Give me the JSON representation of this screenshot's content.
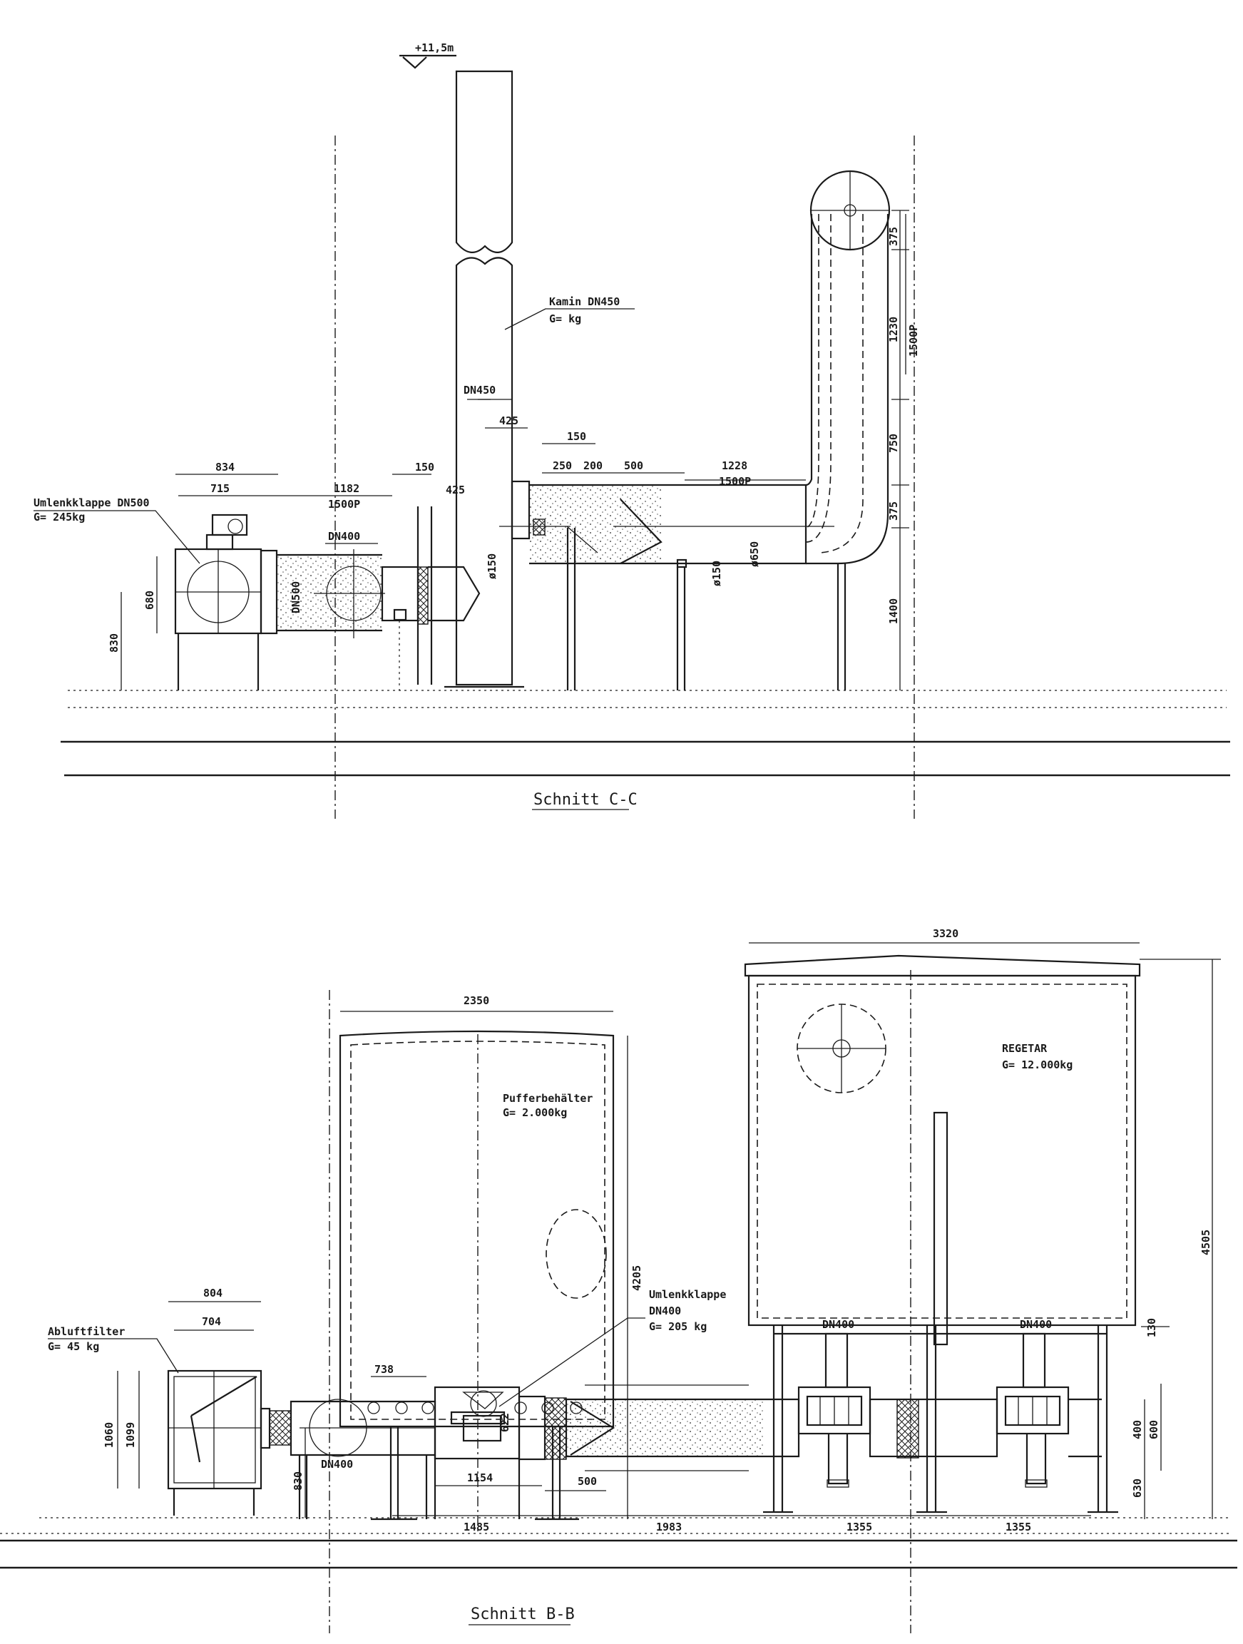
{
  "section_cc": {
    "title": "Schnitt C-C",
    "level_mark": "+11,5m",
    "kamin_label": "Kamin DN450",
    "kamin_weight": "G=      kg",
    "umlenkklappe_label": "Umlenkklappe DN500",
    "umlenkklappe_weight": "G= 245kg",
    "labels": {
      "dn450": "DN450",
      "dn400": "DN400",
      "dn500": "DN500",
      "phi150_a": "ø150",
      "phi150_b": "ø150",
      "phi650": "ø650"
    },
    "dims": {
      "d834": "834",
      "d715": "715",
      "d1182": "1182",
      "d1500p_a": "1500P",
      "d150_a": "150",
      "d425_a": "425",
      "d425_b": "425",
      "d150_b": "150",
      "d250": "250",
      "d200": "200",
      "d500": "500",
      "d1228": "1228",
      "d1500p_b": "1500P",
      "d680": "680",
      "d830": "830",
      "d375_top": "375",
      "d1230": "1230",
      "d1500p_v": "1500P",
      "d750": "750",
      "d375_mid": "375",
      "d1400": "1400"
    }
  },
  "section_bb": {
    "title": "Schnitt B-B",
    "puffer_label": "Pufferbehälter",
    "puffer_weight": "G= 2.000kg",
    "regetar_label": "REGETAR",
    "regetar_weight": "G= 12.000kg",
    "abluftfilter_label": "Abluftfilter",
    "abluftfilter_weight": "G= 45 kg",
    "umlenkklappe_label": "Umlenkklappe",
    "umlenkklappe_dn": "DN400",
    "umlenkklappe_weight": "G= 205 kg",
    "labels": {
      "dn400_pipe": "DN400",
      "dn400_reg_a": "DN400",
      "dn400_reg_b": "DN400"
    },
    "dims": {
      "d2350": "2350",
      "d3320": "3320",
      "d4205": "4205",
      "d4505": "4505",
      "d804": "804",
      "d704": "704",
      "d1060": "1060",
      "d1099": "1099",
      "d830": "830",
      "d738": "738",
      "d622": "622",
      "d1154": "1154",
      "d500": "500",
      "d130": "130",
      "d400": "400",
      "d600": "600",
      "d630": "630",
      "d1485": "1485",
      "d1983": "1983",
      "d1355_a": "1355",
      "d1355_b": "1355"
    }
  }
}
